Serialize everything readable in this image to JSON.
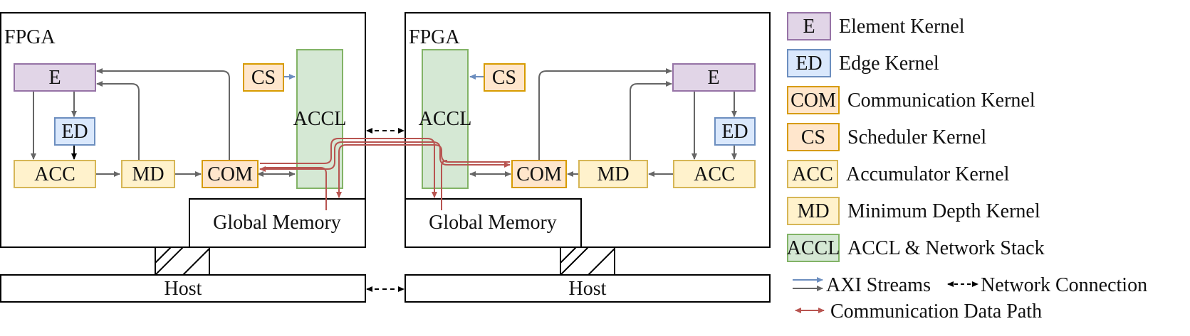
{
  "colors": {
    "element": {
      "fill": "#e1d5e7",
      "stroke": "#9673a6"
    },
    "edge": {
      "fill": "#dae8fc",
      "stroke": "#6c8ebf"
    },
    "com": {
      "fill": "#ffe6cc",
      "stroke": "#d79b00"
    },
    "cs": {
      "fill": "#ffe6cc",
      "stroke": "#d79b00"
    },
    "acc": {
      "fill": "#fff2cc",
      "stroke": "#d6b656"
    },
    "md": {
      "fill": "#fff2cc",
      "stroke": "#d6b656"
    },
    "accl": {
      "fill": "#d5e8d4",
      "stroke": "#82b366"
    },
    "axi_blue": "#6c8ebf",
    "axi_grey": "#666666",
    "data_path": "#b85450",
    "network": "#000000"
  },
  "left": {
    "fpga": "FPGA",
    "e": "E",
    "ed": "ED",
    "acc": "ACC",
    "md": "MD",
    "com": "COM",
    "cs": "CS",
    "accl": "ACCL",
    "global_memory": "Global Memory",
    "host": "Host"
  },
  "right": {
    "fpga": "FPGA",
    "e": "E",
    "ed": "ED",
    "acc": "ACC",
    "md": "MD",
    "com": "COM",
    "cs": "CS",
    "accl": "ACCL",
    "global_memory": "Global Memory",
    "host": "Host"
  },
  "legend": {
    "items": [
      {
        "abbr": "E",
        "label": "Element Kernel",
        "style": "element",
        "icon": "element-kernel"
      },
      {
        "abbr": "ED",
        "label": "Edge Kernel",
        "style": "edge",
        "icon": "edge-kernel"
      },
      {
        "abbr": "COM",
        "label": "Communication Kernel",
        "style": "com",
        "icon": "communication-kernel"
      },
      {
        "abbr": "CS",
        "label": "Scheduler Kernel",
        "style": "cs",
        "icon": "scheduler-kernel"
      },
      {
        "abbr": "ACC",
        "label": "Accumulator Kernel",
        "style": "acc",
        "icon": "accumulator-kernel"
      },
      {
        "abbr": "MD",
        "label": "Minimum Depth Kernel",
        "style": "md",
        "icon": "minimum-depth-kernel"
      },
      {
        "abbr": "ACCL",
        "label": "ACCL & Network Stack",
        "style": "accl",
        "icon": "accl-network-stack"
      }
    ],
    "axi_streams": "AXI Streams",
    "network_connection": "Network Connection",
    "data_path": "Communication Data Path"
  }
}
